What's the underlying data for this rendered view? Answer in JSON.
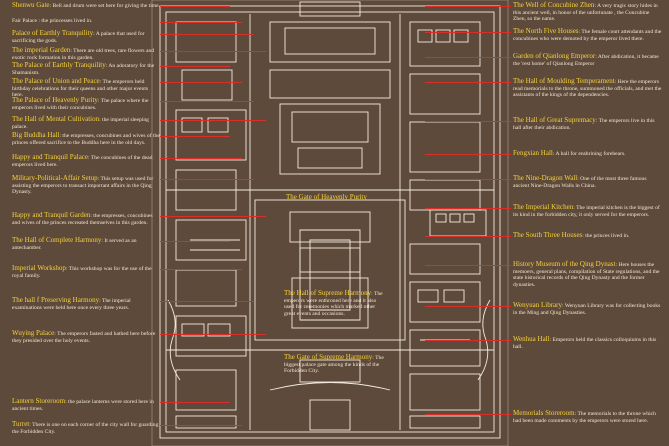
{
  "map_title": "",
  "left_labels": [
    {
      "title": "Shenwu Gate",
      "text": ": Bell and drum were set here for giving the time."
    },
    {
      "title": "",
      "text": "Fair Palace : the princesses lived in."
    },
    {
      "title": "Palace of Earthly Tranquility",
      "text": ": A palace that used for sacrificing the gods."
    },
    {
      "title": "The imperial Garden",
      "text": ": There are old trees, rare flowers and exotic rock formation in this garden."
    },
    {
      "title": "The Palace of Earthly Tranquility",
      "text": ": An adoratory for the Shamanism."
    },
    {
      "title": "The Palace of Union and Peace",
      "text": ": The emperors held birthday celebrations for their queens and other major events here."
    },
    {
      "title": "The Palace of Heavenly Purity",
      "text": ": The palace where the emperors lived with their concubines."
    },
    {
      "title": "The Hall of Mental Cultivation",
      "text": ": the imperial sleeping palace."
    },
    {
      "title": "Big Buddha Hall",
      "text": ": the empresses, concubines and wives of the princes offered sacrifice to the Buddha here in the old days."
    },
    {
      "title": "Happy and Tranquil Palace",
      "text": ": The concubines of the dead emperors lived here."
    },
    {
      "title": "Military-Political-Affair Setup",
      "text": ": This setup was used for assisting the emperors to transact important affairs in the Qing Dynasty."
    },
    {
      "title": "Happy and Tranquil Garden",
      "text": ": the empresses, concubines and wives of the princes recreated themselves in this garden."
    },
    {
      "title": "The Hall of Complete Harmony",
      "text": ": It served as an antechamber."
    },
    {
      "title": "Imperial Workshop",
      "text": ": This workshop was for the use of the royal family."
    },
    {
      "title": "The hall f Preserving Harmony",
      "text": ": The imperial examinations were held here once every three years."
    },
    {
      "title": "Wuying Palace",
      "text": ": The emperors fasted and bathed here before they presided over the holy events."
    },
    {
      "title": "Lantern Storeroom",
      "text": ": the palace lanterns were stored here in ancient times."
    },
    {
      "title": "Turret",
      "text": ": There is one on each corner of the city wall for guarding the Forbidden City."
    }
  ],
  "right_labels": [
    {
      "title": "The Well of Concubine Zhen",
      "text": ": A very tragic story hides in this ancient well, in honor of the unfortunate , the Concubine Zhen, so the name."
    },
    {
      "title": "The North Five Houses",
      "text": ": The female court attendants and the concubines who were demoted by the emperor lived there."
    },
    {
      "title": "Garden of Qianlong Emperor",
      "text": ": After abdication, it became the 'rest home' of Qianlong Emperor"
    },
    {
      "title": "The Hall of Moulding Temperament",
      "text": ": Here the emperors read memorials to the throne, summoned the officials, and met the assistants of the kings of the dependencies."
    },
    {
      "title": "The Hall of Great Supremacy",
      "text": ": The emperors live in this hall after their abdication."
    },
    {
      "title": "Fengxian Hall",
      "text": ": A hall for enshrining forebears."
    },
    {
      "title": "The Nine-Dragon Wall",
      "text": ": One of the most three famous ancient Nine-Dragon Walls in China."
    },
    {
      "title": "The Imperial Kitchen",
      "text": ": The imperial kitchen is the biggest of its kind in the forbidden city, it only served for the emperors."
    },
    {
      "title": "The South Three Houses",
      "text": ": the princes lived in."
    },
    {
      "title": "History Museum of the Qing Dynast",
      "text": ": Here houses the memoers, general plans, compilation of State regulations, and the state historical records of the Qing Dynasty and the former dynasties."
    },
    {
      "title": "Wenyuan Library",
      "text": ": Wenyuan Library was for collecting books in the Ming and Qing Dynasties."
    },
    {
      "title": "Wenhua Hall",
      "text": ": Emperors held the classics colloquiums in this hall."
    },
    {
      "title": "Memorials Storeroom",
      "text": ": The memorials to the throne which had been made comments by the emperors were stored here."
    }
  ],
  "center_labels": [
    {
      "title": "The Gate of Heavenly Purity",
      "text": ""
    },
    {
      "title": "The Hall of Supreme Harmony",
      "text": ": The emperors were enthroned here and it also used for ceremonies which marked other great events and occasions."
    },
    {
      "title": "The Gate of Supreme Harmony",
      "text": ": The biggest palace gate among the kinds of the Forbidden City."
    }
  ],
  "colors": {
    "background": "#5e4a3a",
    "plan_lines": "#f4ece2",
    "leader_lines": "#d83028",
    "title_text": "#f6d23c",
    "body_text": "#f2e6d4"
  }
}
